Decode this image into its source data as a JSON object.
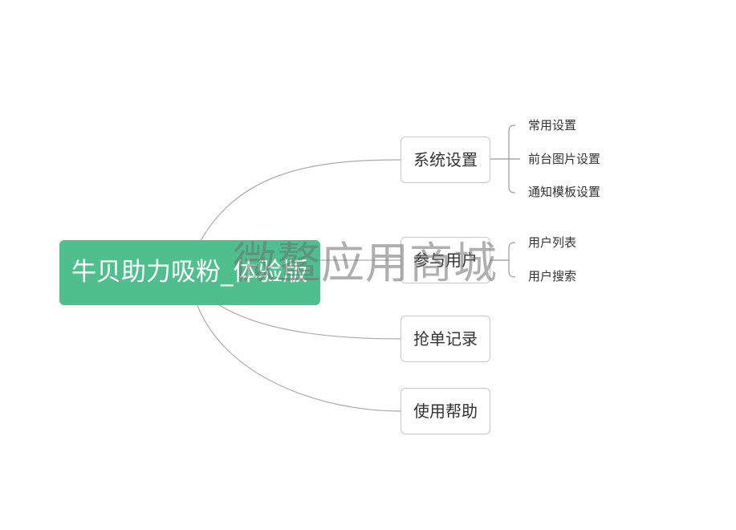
{
  "root": {
    "label": "牛贝助力吸粉_体验版",
    "color": "#4fc08d"
  },
  "branches": [
    {
      "label": "系统设置",
      "children": [
        "常用设置",
        "前台图片设置",
        "通知模板设置"
      ]
    },
    {
      "label": "参与用户",
      "children": [
        "用户列表",
        "用户搜索"
      ]
    },
    {
      "label": "抢单记录",
      "children": []
    },
    {
      "label": "使用帮助",
      "children": []
    }
  ],
  "watermark": "微鳌应用商城",
  "colors": {
    "connector": "#aaaaaa",
    "bracket": "#999999",
    "border": "#c8c8c8"
  }
}
